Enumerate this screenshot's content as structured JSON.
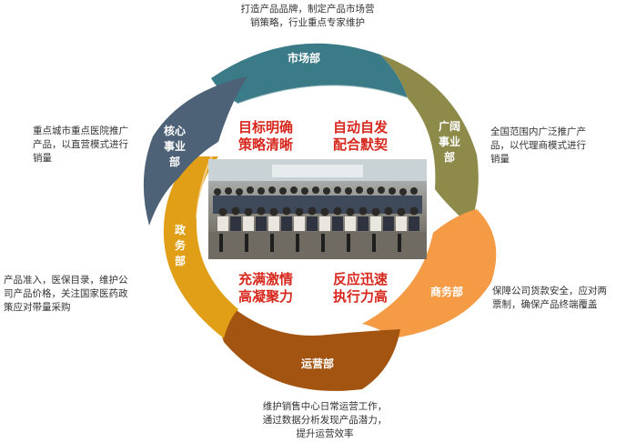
{
  "segments": {
    "market": {
      "label": "市场部",
      "color": "#3b7a87",
      "desc": [
        "打造产品品牌，制定产品市场营",
        "销策略，行业重点专家维护"
      ]
    },
    "guangkuo": {
      "label": [
        "广阔",
        "事业",
        "部"
      ],
      "color": "#8e8a4a",
      "desc": [
        "全国范围内广泛推广产",
        "品，以代理商模式进行",
        "销量"
      ]
    },
    "commerce": {
      "label": "商务部",
      "color": "#f59a45",
      "desc": [
        "保障公司货款安全，应对两",
        "票制，确保产品终端覆盖"
      ]
    },
    "operations": {
      "label": "运营部",
      "color": "#a35411",
      "desc": [
        "维护销售中心日常运营工作，",
        "通过数据分析发现产品潜力，",
        "提升运营效率"
      ]
    },
    "government": {
      "label": [
        "政",
        "务",
        "部"
      ],
      "color": "#e09f17",
      "desc": [
        "产品准入，医保目录，维护公",
        "司产品价格，关注国家医药政",
        "策应对带量采购"
      ]
    },
    "core": {
      "label": [
        "核心",
        "事业",
        "部"
      ],
      "color": "#4d6177",
      "desc": [
        "重点城市重点医院推广",
        "产品，以直营模式进行",
        "销量"
      ]
    }
  },
  "slogans": {
    "top_left": [
      "目标明确",
      "策略清晰"
    ],
    "top_right": [
      "自动自发",
      "配合默契"
    ],
    "bottom_left": [
      "充满激情",
      "高凝聚力"
    ],
    "bottom_right": [
      "反应迅速",
      "执行力高"
    ]
  }
}
